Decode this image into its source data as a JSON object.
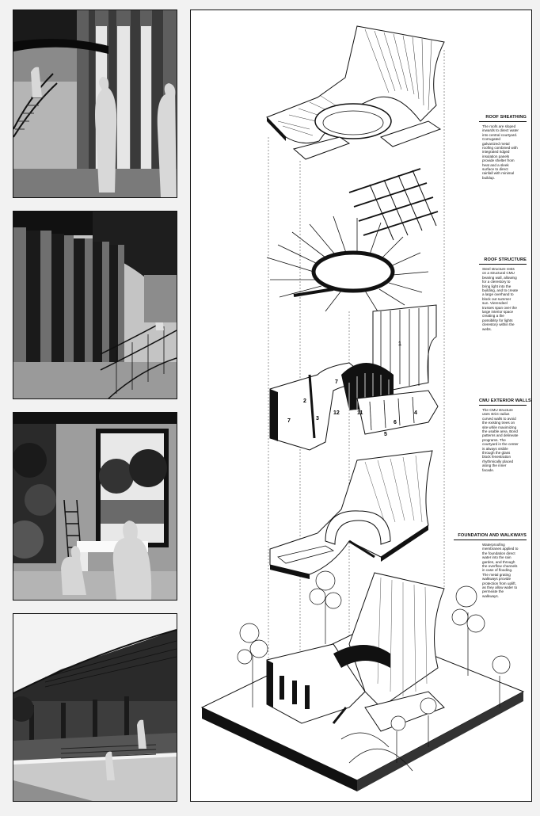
{
  "layers": [
    {
      "title": "ROOF SHEATHING",
      "text": "The roofs are sloped inwards to direct water into central courtyard. Corrugated galvanized metal roofing combined with integrated ridged insulation panels provide shelter from heat and a sleek surface to direct rainfall with minimal buildup."
    },
    {
      "title": "ROOF STRUCTURE",
      "text": "Steel structure rests on a structural CMU bearing wall, allowing for a clerestory to bring light into the building, and to create a large overhand to block out summer sun. Vierendeel trusses span over the large interior space creating a the possibility for lights clerestory within the webs."
    },
    {
      "title": "CMU EXTERIOR WALLS",
      "text": "The CMU structure uses strict radius curved walls to avoid the existing trees on site while maximizing the usable area. Bond patterns and delineate programs. The courtyard in the center is always visible through the glass block fenestration rhythmically placed along the inner facade."
    },
    {
      "title": "FOUNDATION AND WALKWAYS",
      "text": "Waterproofing membranes applied to the foundation direct water into the rain garden, and through the overflow channels in case of flooding. The metal grating walkways provide protection from uplift, as they allow water to permeate the walkways."
    }
  ],
  "room_numbers": [
    "1",
    "2",
    "3",
    "4",
    "5",
    "6",
    "7",
    "7",
    "11",
    "12"
  ],
  "colors": {
    "ink": "#111111",
    "paper": "#ffffff",
    "background": "#f2f2f2"
  }
}
